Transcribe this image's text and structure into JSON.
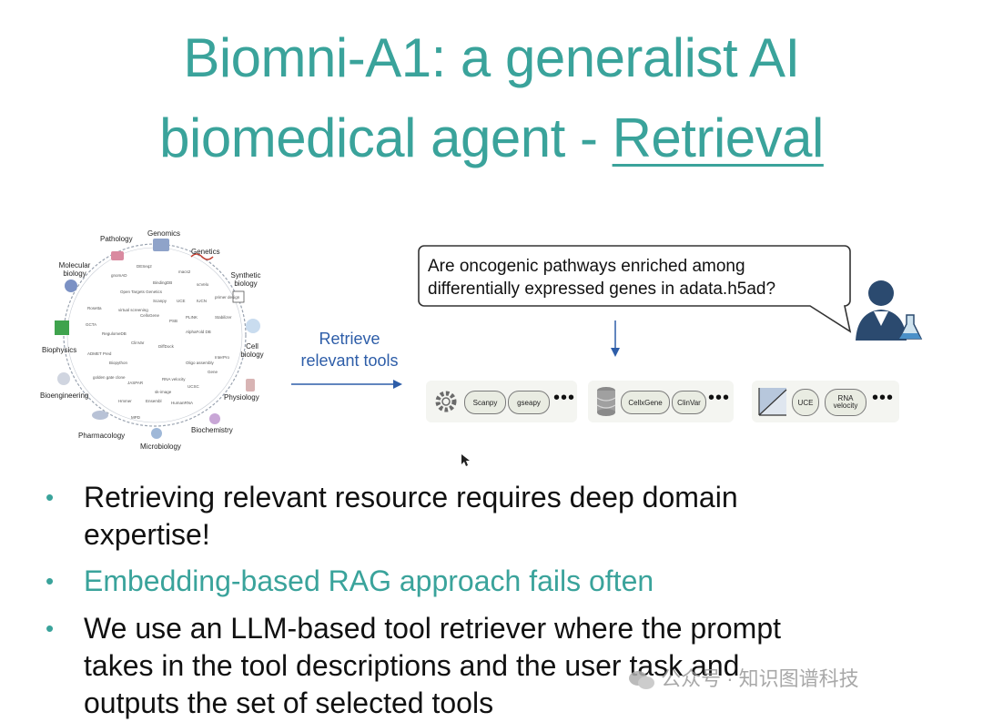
{
  "slide": {
    "title_line1": "Biomni-A1: a generalist AI",
    "title_line2_prefix": "biomedical agent - ",
    "title_line2_link": "Retrieval"
  },
  "wheel": {
    "domains": [
      "Pathology",
      "Genomics",
      "Genetics",
      "Molecular biology",
      "Synthetic biology",
      "Cell biology",
      "Biophysics",
      "Bioengineering",
      "Physiology",
      "Pharmacology",
      "Biochemistry",
      "Microbiology"
    ],
    "tools": [
      "DESeq2",
      "gnomAD",
      "macs2",
      "BindingDB",
      "Open Targets Genetics",
      "scVelo",
      "primer design",
      "Rosetta",
      "virtual screening",
      "Scanpy",
      "UCE",
      "IUCN",
      "CellxGene",
      "PSB",
      "PLINK",
      "Stabilizer",
      "GCTA",
      "RegulomeDB",
      "AlphaFold DB",
      "ClinVar",
      "DiffDock",
      "InterPro",
      "ADMET Pred",
      "Biopython",
      "Oligo assembly",
      "golden gate clone",
      "JASPAR",
      "RNA velocity",
      "sk-image",
      "UCSC",
      "Hmmer",
      "Ensembl",
      "MPD",
      "HumanRNA",
      "Gene"
    ]
  },
  "retrieve": {
    "line1": "Retrieve",
    "line2": "relevant tools"
  },
  "query": {
    "line1": "Are oncogenic pathways enriched among",
    "line2": "differentially expressed genes in adata.h5ad?"
  },
  "toolsets": [
    {
      "icon": "gear-icon",
      "tools": [
        "Scanpy",
        "gseapy"
      ],
      "more": "•••"
    },
    {
      "icon": "database-icon",
      "tools": [
        "CellxGene",
        "ClinVar"
      ],
      "more": "•••"
    },
    {
      "icon": "chart-icon",
      "tools": [
        "UCE",
        "RNA velocity"
      ],
      "more": "•••"
    }
  ],
  "bullets": [
    {
      "line1": "Retrieving relevant resource requires deep domain",
      "line2": "expertise!"
    },
    {
      "line1": "Embedding-based RAG approach fails often"
    },
    {
      "line1": "We use an LLM-based tool retriever where the prompt",
      "line2": "takes in the tool descriptions and the user task and",
      "line3": "outputs the set of selected tools"
    }
  ],
  "watermark": "公众号 · 知识图谱科技",
  "colors": {
    "accent": "#3aa39b",
    "arrow": "#2d5da8"
  }
}
